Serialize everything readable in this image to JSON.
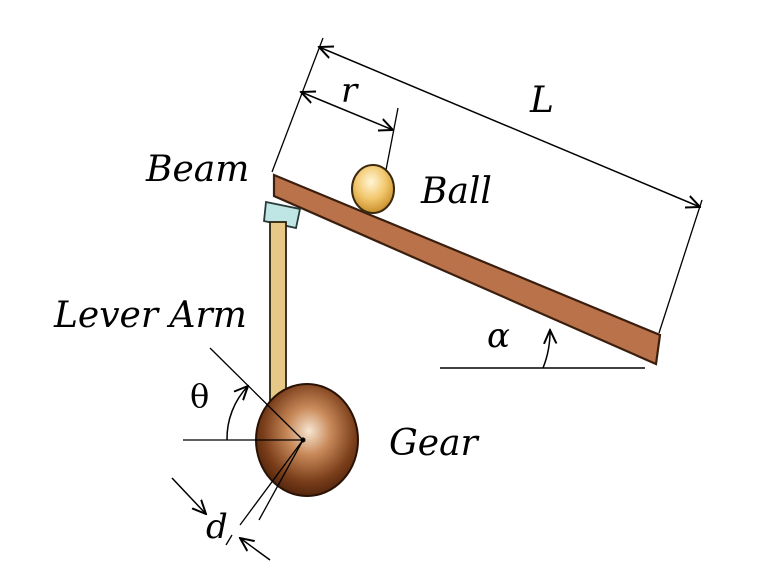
{
  "diagram": {
    "labels": {
      "beam": "Beam",
      "ball": "Ball",
      "lever_arm": "Lever Arm",
      "gear": "Gear",
      "length": "L",
      "ball_position": "r",
      "beam_angle": "α",
      "gear_angle": "θ",
      "arm_offset": "d"
    },
    "colors": {
      "beam": "#b9724a",
      "beam_edge": "#3a1e0e",
      "ball": "#f0c56a",
      "lever_arm": "#e6c987",
      "pivot_block": "#bfe6e4",
      "gear_dark": "#5a2a10",
      "gear_light": "#f4dcc4"
    }
  }
}
